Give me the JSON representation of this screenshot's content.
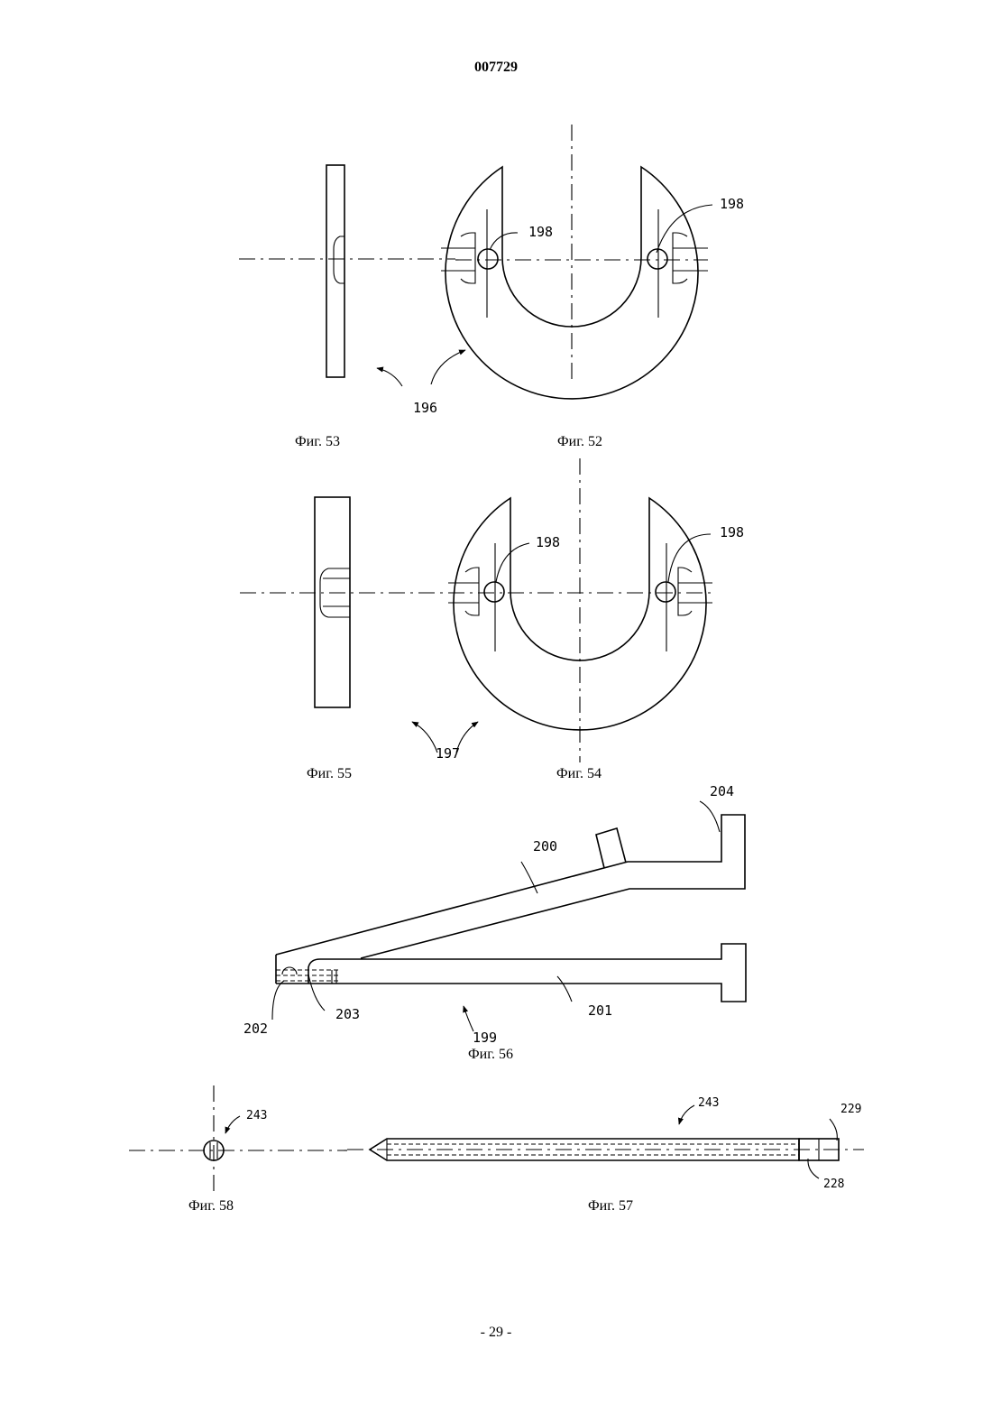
{
  "document": {
    "number": "007729",
    "page": "- 29 -"
  },
  "captions": {
    "fig52": "Фиг. 52",
    "fig53": "Фиг. 53",
    "fig54": "Фиг. 54",
    "fig55": "Фиг. 55",
    "fig56": "Фиг. 56",
    "fig57": "Фиг. 57",
    "fig58": "Фиг. 58"
  },
  "refs": {
    "r196": "196",
    "r197": "197",
    "r198": "198",
    "r199": "199",
    "r200": "200",
    "r201": "201",
    "r202": "202",
    "r203": "203",
    "r204": "204",
    "r228": "228",
    "r229": "229",
    "r243": "243"
  }
}
